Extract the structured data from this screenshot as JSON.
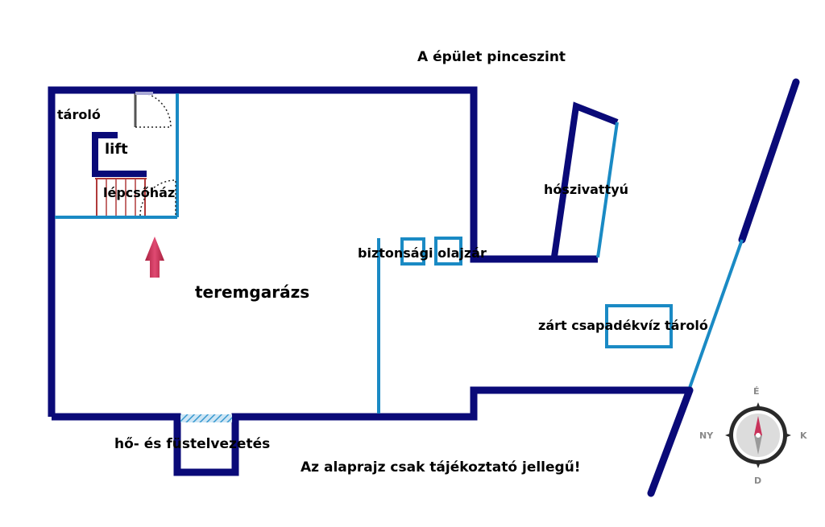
{
  "title": "A épület pinceszint",
  "rooms": {
    "storage": "tároló",
    "lift": "lift",
    "staircase": "lépcsőház",
    "garage": "teremgarázs",
    "security_lock": "biztonsági olajzár",
    "snow_pump": "hószivattyú",
    "rainwater_tank": "zárt csapadékvíz tároló",
    "smoke_exhaust": "hő- és füstelvezetés"
  },
  "disclaimer": "Az alaprajz csak tájékoztató jellegű!",
  "compass": {
    "north": "É",
    "south": "D",
    "east": "K",
    "west": "NY"
  },
  "colors": {
    "wall": "#0a0a78",
    "partition": "#1a8ac4",
    "stair_rail": "#b03a3a",
    "arrow": "#c8325a"
  },
  "icons": {
    "entrance_arrow": "arrow-up-icon",
    "compass": "compass-icon"
  }
}
